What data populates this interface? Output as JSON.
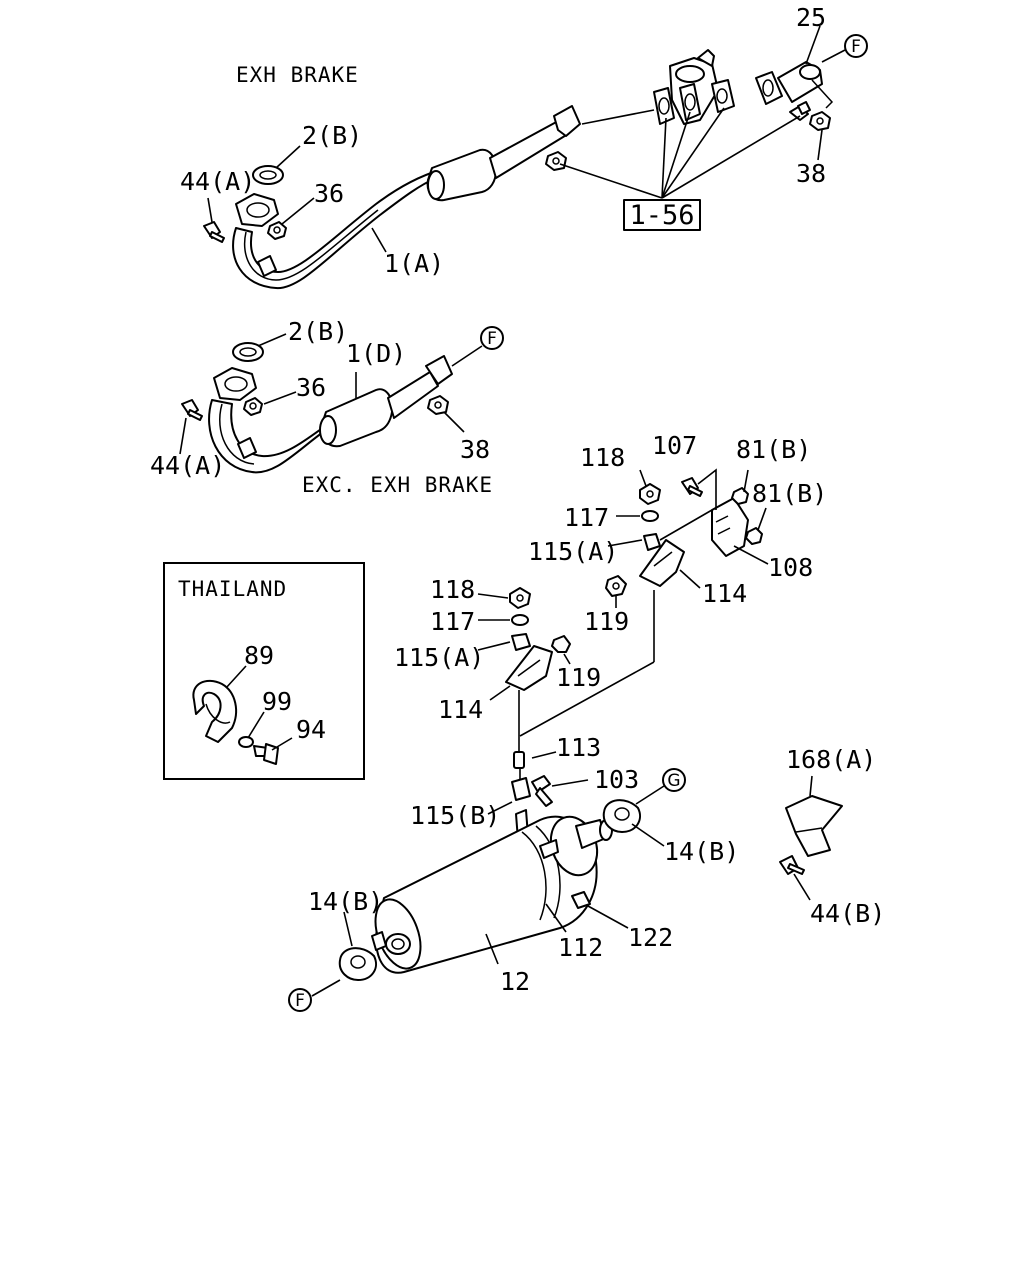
{
  "sections": {
    "exh_brake": "EXH BRAKE",
    "exc_exh_brake": "EXC. EXH BRAKE",
    "thailand": "THAILAND"
  },
  "reference_box": "1-56",
  "callouts": {
    "F": "F",
    "G": "G"
  },
  "labels": {
    "p25": "25",
    "p38_top": "38",
    "p2b_top": "2(B)",
    "p44a_top": "44(A)",
    "p36_top": "36",
    "p1a": "1(A)",
    "p2b_mid": "2(B)",
    "p1d": "1(D)",
    "p36_mid": "36",
    "p38_mid": "38",
    "p44a_mid": "44(A)",
    "p118_top": "118",
    "p107": "107",
    "p81b_top": "81(B)",
    "p81b_bot": "81(B)",
    "p117_top": "117",
    "p115a_top": "115(A)",
    "p108": "108",
    "p114_right": "114",
    "p119_right": "119",
    "p118_mid": "118",
    "p117_mid": "117",
    "p115a_mid": "115(A)",
    "p119_mid": "119",
    "p114_left": "114",
    "p113": "113",
    "p103": "103",
    "p115b": "115(B)",
    "p14b_right": "14(B)",
    "p14b_left": "14(B)",
    "p112": "112",
    "p122": "122",
    "p12": "12",
    "p168a": "168(A)",
    "p44b": "44(B)",
    "p89": "89",
    "p99": "99",
    "p94": "94"
  }
}
